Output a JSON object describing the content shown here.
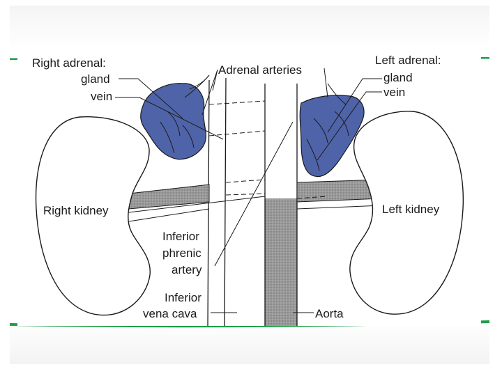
{
  "diagram": {
    "labels": {
      "right_adrenal": "Right adrenal:",
      "right_gland": "gland",
      "right_vein": "vein",
      "adrenal_arteries": "Adrenal arteries",
      "left_adrenal": "Left adrenal:",
      "left_gland": "gland",
      "left_vein": "vein",
      "right_kidney": "Right kidney",
      "left_kidney": "Left kidney",
      "inferior_phrenic_1": "Inferior",
      "inferior_phrenic_2": "phrenic",
      "inferior_phrenic_3": "artery",
      "ivc_1": "Inferior",
      "ivc_2": "vena cava",
      "aorta": "Aorta"
    },
    "colors": {
      "adrenal_gland": "#4f63a8",
      "vessel_gray": "#8c8c8c",
      "line": "#1a1a1a",
      "accent_green": "#1f9e4a"
    }
  }
}
